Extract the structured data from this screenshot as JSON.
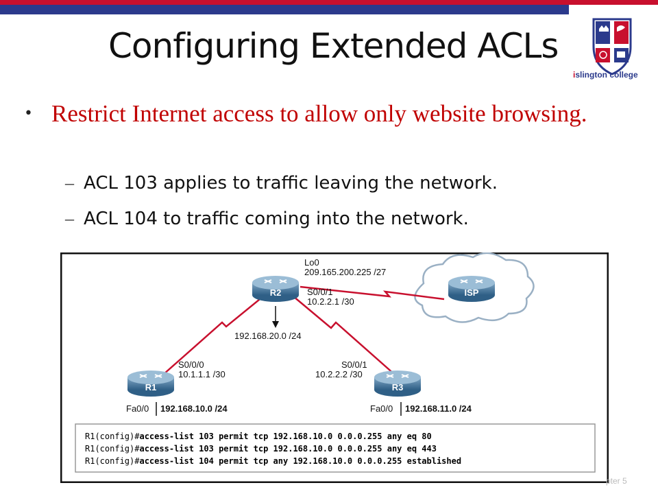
{
  "slide": {
    "title": "Configuring Extended ACLs",
    "footer": "pter 5"
  },
  "logo": {
    "text_i": "i",
    "text_rest": "slington college",
    "colors": {
      "red": "#c8102e",
      "blue": "#2b3a8c"
    }
  },
  "bullets": [
    {
      "text": "Restrict Internet access to allow only website browsing.",
      "color": "#c00000",
      "subs": [
        "ACL 103 applies to traffic leaving the network.",
        "ACL 104 to traffic coming into the network."
      ]
    }
  ],
  "diagram": {
    "r2": {
      "name": "R2",
      "lo": "Lo0",
      "lo_ip": "209.165.200.225 /27",
      "s_if": "S0/0/1",
      "s_ip": "10.2.2.1 /30"
    },
    "isp": {
      "name": "ISP"
    },
    "r1": {
      "name": "R1",
      "s_if": "S0/0/0",
      "s_ip": "10.1.1.1 /30",
      "fa": "Fa0/0",
      "lan": "192.168.10.0 /24"
    },
    "r3": {
      "name": "R3",
      "s_if": "S0/0/1",
      "s_ip": "10.2.2.2 /30",
      "fa": "Fa0/0",
      "lan": "192.168.11.0 /24"
    },
    "link_net": "192.168.20.0 /24",
    "commands": [
      {
        "prompt": "R1(config)#",
        "cmd": "access-list 103 permit tcp 192.168.10.0 0.0.0.255 any eq 80"
      },
      {
        "prompt": "R1(config)#",
        "cmd": "access-list 103 permit tcp 192.168.10.0 0.0.0.255 any eq 443"
      },
      {
        "prompt": "R1(config)#",
        "cmd": "access-list 104 permit tcp any 192.168.10.0 0.0.0.255 established"
      }
    ]
  }
}
